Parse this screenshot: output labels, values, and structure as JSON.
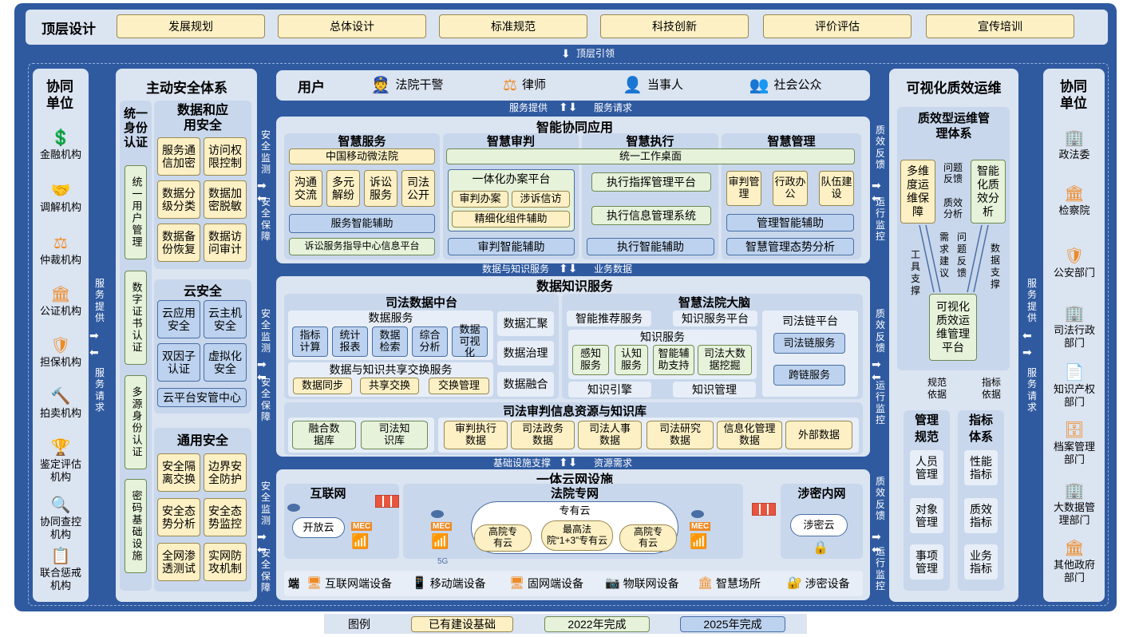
{
  "top": {
    "title": "顶层设计",
    "items": [
      "发展规划",
      "总体设计",
      "标准规范",
      "科技创新",
      "评价评估",
      "宣传培训"
    ],
    "guide": "顶层引领"
  },
  "left_partners": {
    "title": "协同单位",
    "items": [
      "金融机构",
      "调解机构",
      "仲裁机构",
      "公证机构",
      "担保机构",
      "拍卖机构",
      "鉴定评估机构",
      "协同查控机构",
      "联合惩戒机构"
    ]
  },
  "right_partners": {
    "title": "协同单位",
    "items": [
      "政法委",
      "检察院",
      "公安部门",
      "司法行政部门",
      "知识产权部门",
      "档案管理部门",
      "大数据管理部门",
      "其他政府部门"
    ]
  },
  "side_labels": {
    "service_provide": "服务提供",
    "service_request": "服务请求",
    "security_monitor": "安全监测",
    "security_guard": "安全保障",
    "quality_feedback": "质效反馈",
    "ops_monitor": "运行监控"
  },
  "security": {
    "title": "主动安全体系",
    "identity": {
      "title": "统一身份认证",
      "items": [
        "统一用户管理",
        "数字证书认证",
        "多源身份认证",
        "密码基础设施"
      ]
    },
    "data_app": {
      "title": "数据和应用安全",
      "items": [
        "服务通信加密",
        "访问权限控制",
        "数据分级分类",
        "数据加密脱敏",
        "数据备份恢复",
        "数据访问审计"
      ]
    },
    "cloud": {
      "title": "云安全",
      "items": [
        "云应用安全",
        "云主机安全",
        "双因子认证",
        "虚拟化安全",
        "云平台安管中心"
      ]
    },
    "general": {
      "title": "通用安全",
      "items": [
        "安全隔离交换",
        "边界安全防护",
        "安全态势分析",
        "安全态势监控",
        "全网渗透测试",
        "实网防攻机制"
      ]
    }
  },
  "users": {
    "title": "用户",
    "items": [
      "法院干警",
      "律师",
      "当事人",
      "社会公众"
    ]
  },
  "flow": {
    "service_provide": "服务提供",
    "service_request": "服务请求",
    "data_knowledge": "数据与知识服务",
    "business_data": "业务数据",
    "infra_support": "基础设施支撑",
    "resource_demand": "资源需求"
  },
  "apps": {
    "title": "智能协同应用",
    "smart_service": {
      "title": "智慧服务",
      "top": "中国移动微法院",
      "items": [
        "沟通交流",
        "多元解纷",
        "诉讼服务",
        "司法公开"
      ],
      "aid": "服务智能辅助",
      "platform": "诉讼服务指导中心信息平台"
    },
    "smart_trial": {
      "title": "智慧审判",
      "platform": "一体化办案平台",
      "items": [
        "审判办案",
        "涉诉信访"
      ],
      "component": "精细化组件辅助",
      "aid": "审判智能辅助"
    },
    "smart_exec": {
      "title": "智慧执行",
      "items": [
        "执行指挥管理平台",
        "执行信息管理系统"
      ],
      "aid": "执行智能辅助"
    },
    "smart_mgmt": {
      "title": "智慧管理",
      "items": [
        "审判管理",
        "行政办公",
        "队伍建设"
      ],
      "aid": "管理智能辅助",
      "analysis": "智慧管理态势分析"
    },
    "desktop": "统一工作桌面"
  },
  "data_services": {
    "title": "数据知识服务",
    "middle": {
      "title": "司法数据中台",
      "data_service": "数据服务",
      "items": [
        "指标计算",
        "统计报表",
        "数据检索",
        "综合分析",
        "数据可视化"
      ],
      "side": [
        "数据汇聚",
        "数据治理",
        "数据融合"
      ],
      "exchange": "数据与知识共享交换服务",
      "exchange_items": [
        "数据同步",
        "共享交换",
        "交换管理"
      ]
    },
    "brain": {
      "title": "智慧法院大脑",
      "top": [
        "智能推荐服务",
        "知识服务平台"
      ],
      "knowledge": "知识服务",
      "items": [
        "感知服务",
        "认知服务",
        "智能辅助支持",
        "司法大数据挖掘"
      ],
      "bottom": [
        "知识引擎",
        "知识管理"
      ]
    },
    "chain": {
      "title": "司法链平台",
      "items": [
        "司法链服务",
        "跨链服务"
      ]
    },
    "resource": {
      "title": "司法审判信息资源与知识库",
      "items": [
        "融合数据库",
        "司法知识库",
        "审判执行数据",
        "司法政务数据",
        "司法人事数据",
        "司法研究数据",
        "信息化管理数据",
        "外部数据"
      ]
    }
  },
  "infra": {
    "title": "一体云网设施",
    "internet": {
      "title": "互联网",
      "cloud": "开放云",
      "mec": "MEC"
    },
    "court_net": {
      "title": "法院专网",
      "cloud": "专有云",
      "items": [
        "高院专有云",
        "最高法院“1+3”专有云",
        "高院专有云"
      ],
      "mec": "MEC",
      "g5": "5G"
    },
    "secret": {
      "title": "涉密内网",
      "cloud": "涉密云"
    },
    "terminal": {
      "title": "端",
      "items": [
        "互联网端设备",
        "移动端设备",
        "固网端设备",
        "物联网设备",
        "智慧场所",
        "涉密设备"
      ]
    }
  },
  "ops": {
    "title": "可视化质效运维",
    "system": "质效型运维管理体系",
    "left": "多维度运维保障",
    "right": "智能化质效分析",
    "mid1": "问题反馈",
    "mid2": "质效分析",
    "support_left": "工具支撑",
    "demand": "需求建议",
    "feedback": "问题反馈",
    "support_right": "数据支撑",
    "platform": "可视化质效运维管理平台",
    "norm_basis": "规范依据",
    "index_basis": "指标依据",
    "mgmt": {
      "title": "管理规范",
      "items": [
        "人员管理",
        "对象管理",
        "事项管理"
      ]
    },
    "index": {
      "title": "指标体系",
      "items": [
        "性能指标",
        "质效指标",
        "业务指标"
      ]
    }
  },
  "legend": {
    "title": "图例",
    "items": [
      "已有建设基础",
      "2022年完成",
      "2025年完成"
    ]
  },
  "colors": {
    "frame": "#2f5aa0",
    "existing": "#fdf0c4",
    "y2022": "#e6f2da",
    "y2025": "#bcd2ef"
  }
}
